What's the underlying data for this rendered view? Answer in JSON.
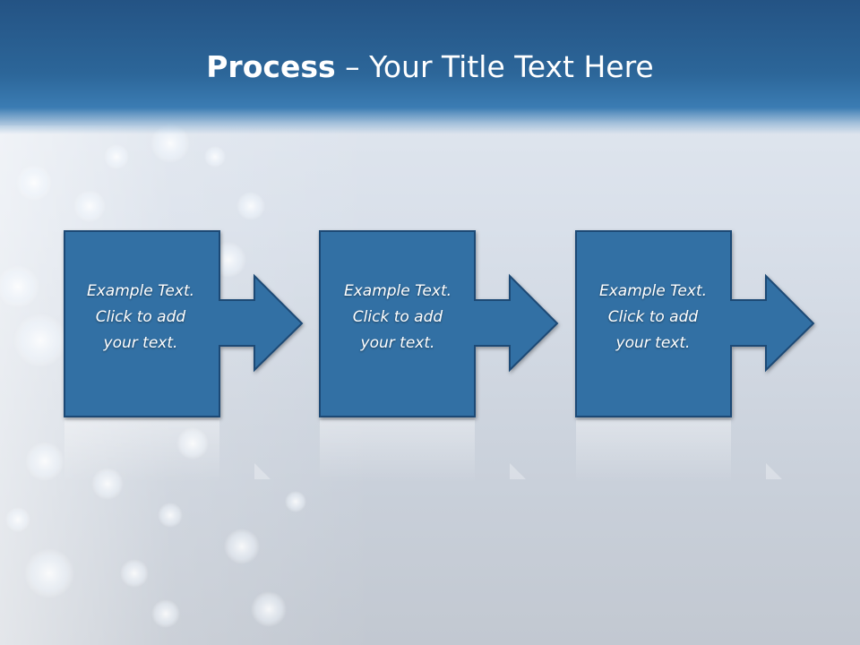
{
  "slide": {
    "title_strong": "Process",
    "title_rest": " – Your Title Text Here"
  },
  "steps": [
    {
      "lines": [
        "Example Text.",
        "Click  to add",
        "your text."
      ]
    },
    {
      "lines": [
        "Example Text.",
        "Click  to add",
        "your text."
      ]
    },
    {
      "lines": [
        "Example Text.",
        "Click  to add",
        "your text."
      ]
    }
  ],
  "colors": {
    "header": "#2c6699",
    "box_fill": "#336fa4",
    "box_stroke": "#1f4a75",
    "text": "#ffffff"
  }
}
